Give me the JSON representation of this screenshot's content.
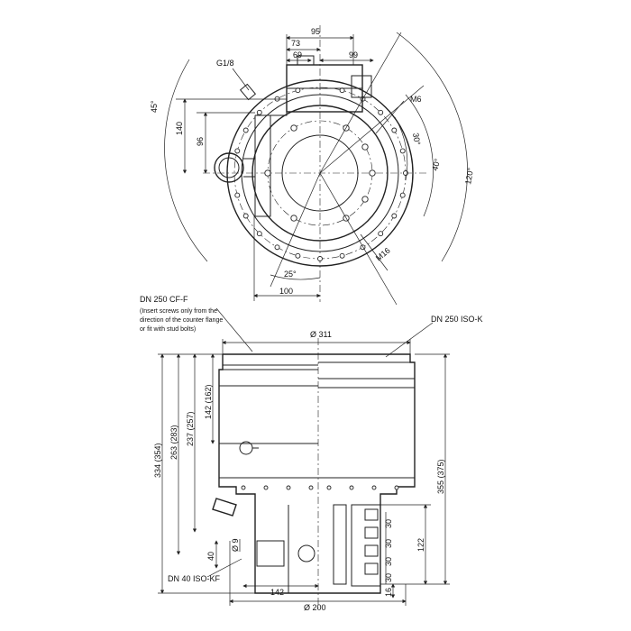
{
  "top_view": {
    "dims": {
      "d95": "95",
      "d73": "73",
      "d69": "69",
      "d99": "99",
      "g18": "G1/8",
      "m6": "M6",
      "a45": "45°",
      "d140": "140",
      "d96": "96",
      "a30": "30°",
      "a40": "40°",
      "a120": "120°",
      "m16": "M16",
      "a25": "25°",
      "d100": "100"
    }
  },
  "side_view": {
    "labels": {
      "cf_title": "DN 250 CF-F",
      "cf_note1": "(Insert screws only from the",
      "cf_note2": "direction of the counter flange",
      "cf_note3": "or fit with stud bolts)",
      "iso_k": "DN 250 ISO-K",
      "iso_kf": "DN 40 ISO-KF"
    },
    "dims": {
      "d311": "Ø 311",
      "d334": "334 (354)",
      "d263": "263 (283)",
      "d237": "237 (257)",
      "d142h": "142 (162)",
      "d355": "355 (375)",
      "d40": "40",
      "d9": "Ø 9",
      "d142": "142",
      "d200": "Ø 200",
      "d122": "122",
      "d16": "16",
      "d30a": "30",
      "d30b": "30",
      "d30c": "30",
      "d30d": "30"
    }
  }
}
